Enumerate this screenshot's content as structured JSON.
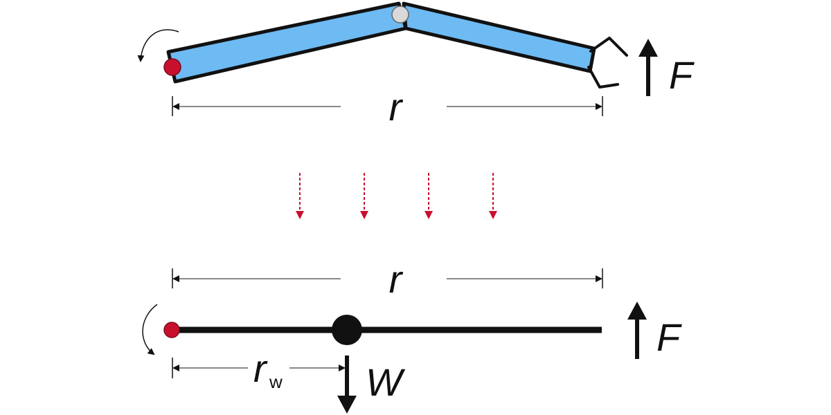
{
  "labels": {
    "top_length": "r",
    "top_force": "F",
    "bottom_length": "r",
    "bottom_force": "F",
    "weight_distance": "r",
    "weight_distance_subscript": "w",
    "weight": "W"
  },
  "colors": {
    "arm_fill": "#6ebaf2",
    "outline": "#111111",
    "pivot": "#c8102e",
    "elbow_joint": "#d9d9d9",
    "transition_arrows": "#c8102e"
  },
  "icons": [
    "rotation-arrow-icon",
    "gripper-icon",
    "force-arrow-icon",
    "weight-arrow-icon"
  ]
}
